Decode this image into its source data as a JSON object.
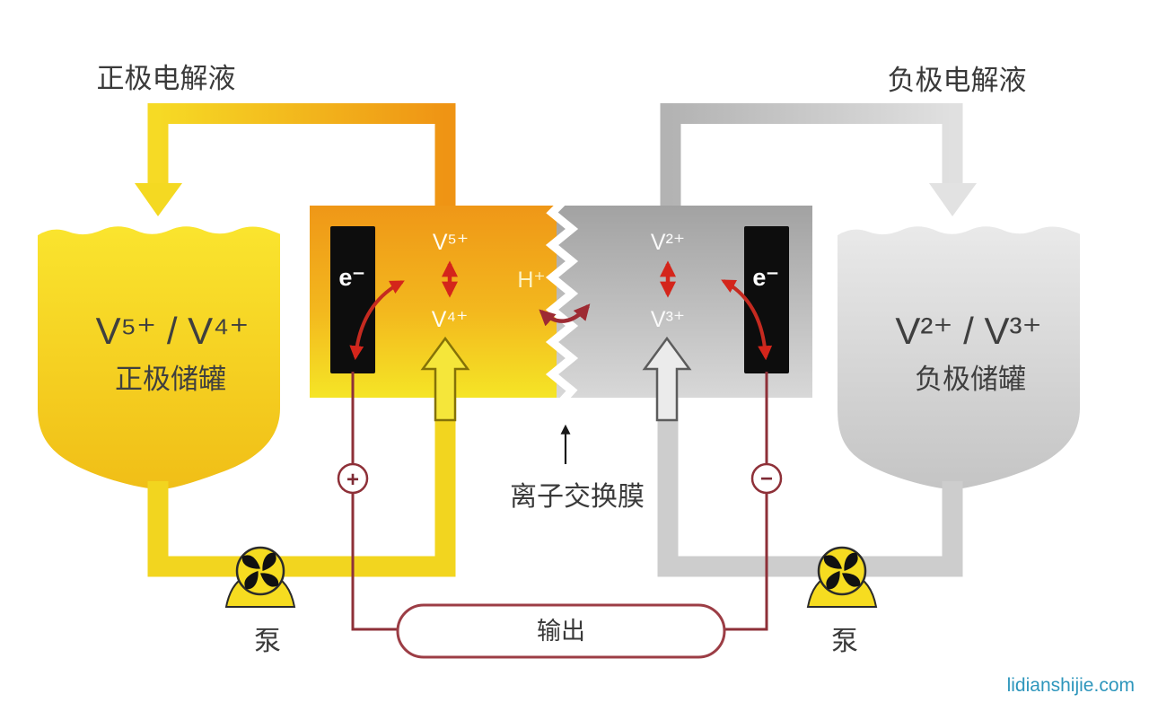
{
  "left": {
    "title": "正极电解液",
    "tank_species": "V⁵⁺ / V⁴⁺",
    "tank_name": "正极储罐",
    "electrode": "e⁻",
    "species_top": "V⁵⁺",
    "species_bottom": "V⁴⁺",
    "terminal": "+",
    "pump": "泵"
  },
  "right": {
    "title": "负极电解液",
    "tank_species": "V²⁺ / V³⁺",
    "tank_name": "负极储罐",
    "electrode": "e⁻",
    "species_top": "V²⁺",
    "species_bottom": "V³⁺",
    "terminal": "−",
    "pump": "泵"
  },
  "center": {
    "ion": "H⁺",
    "membrane_label": "离子交换膜",
    "output": "输出"
  },
  "watermark": "lidianshijie.com",
  "colors": {
    "electrolyte_yellow": "#F5D921",
    "electrolyte_orange": "#EF9414",
    "electrolyte_gray": "#C9C9C9",
    "arrow_red": "#D4251B",
    "ion_arrow_dark_red": "#9E2B33",
    "wire_maroon": "#8E3038",
    "watermark_blue": "#2E96BC"
  }
}
